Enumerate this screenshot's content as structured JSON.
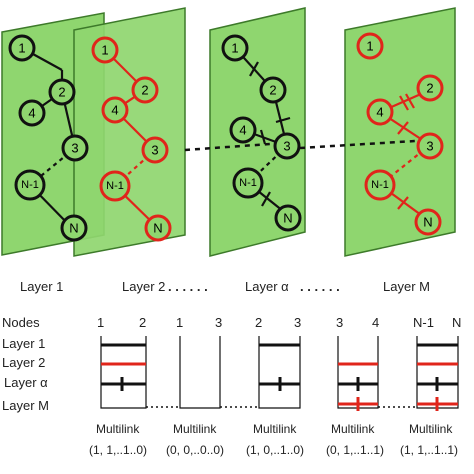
{
  "colors": {
    "plane_fill": "#8fd66f",
    "plane_stroke": "#3d7a2a",
    "black": "#111111",
    "red": "#e0251b"
  },
  "nodes": {
    "n1": "1",
    "n2": "2",
    "n3": "3",
    "n4": "4",
    "nN1": "N-1",
    "nN": "N"
  },
  "layers": {
    "layer1": "Layer 1",
    "layer2": "Layer 2",
    "layer_alpha": "Layer α",
    "layer_m": "Layer M",
    "dots_a": ". . . . . .",
    "dots_b": ". . . . . ."
  },
  "table": {
    "nodes_header": "Nodes",
    "row_labels": [
      "Layer 1",
      "Layer 2",
      "Layer α",
      "Layer M"
    ],
    "columns": [
      {
        "pair": [
          "1",
          "2"
        ],
        "label": "Multilink",
        "vector": "(1, 1,..1..0)"
      },
      {
        "pair": [
          "1",
          "3"
        ],
        "label": "Multilink",
        "vector": "(0, 0,..0..0)"
      },
      {
        "pair": [
          "2",
          "3"
        ],
        "label": "Multilink",
        "vector": "(1, 0,..1..0)"
      },
      {
        "pair": [
          "3",
          "4"
        ],
        "label": "Multilink",
        "vector": "(0, 1,..1..1)"
      },
      {
        "pair": [
          "N-1",
          "N"
        ],
        "label": "Multilink",
        "vector": "(1, 1,..1..1)"
      }
    ]
  }
}
